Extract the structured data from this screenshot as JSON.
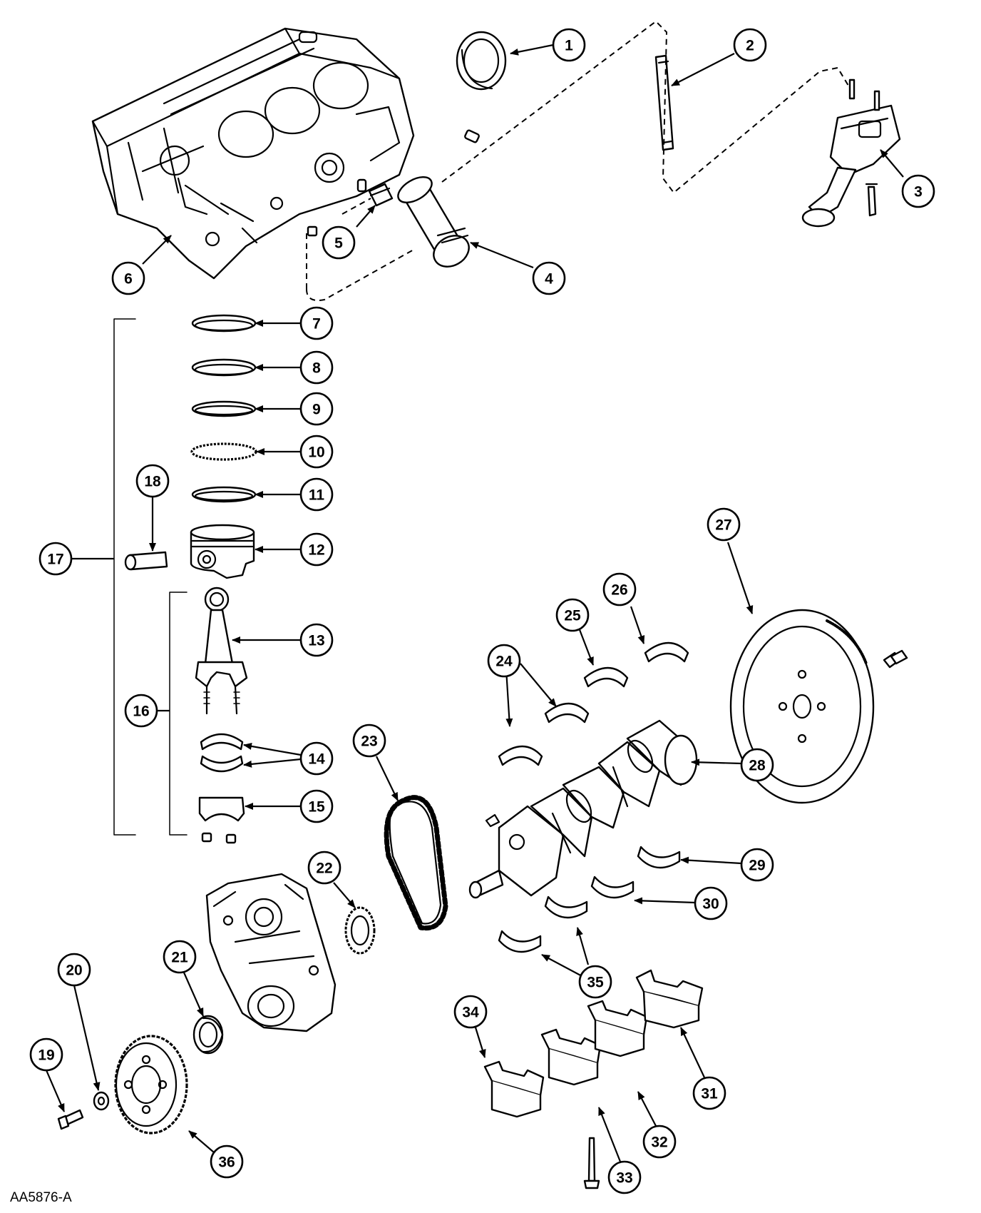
{
  "figure_code": "AA5876-A",
  "callouts": [
    "1",
    "2",
    "3",
    "4",
    "5",
    "6",
    "7",
    "8",
    "9",
    "10",
    "11",
    "12",
    "13",
    "14",
    "15",
    "16",
    "17",
    "18",
    "19",
    "20",
    "21",
    "22",
    "23",
    "24",
    "25",
    "26",
    "27",
    "28",
    "29",
    "30",
    "31",
    "32",
    "33",
    "34",
    "35",
    "36"
  ]
}
